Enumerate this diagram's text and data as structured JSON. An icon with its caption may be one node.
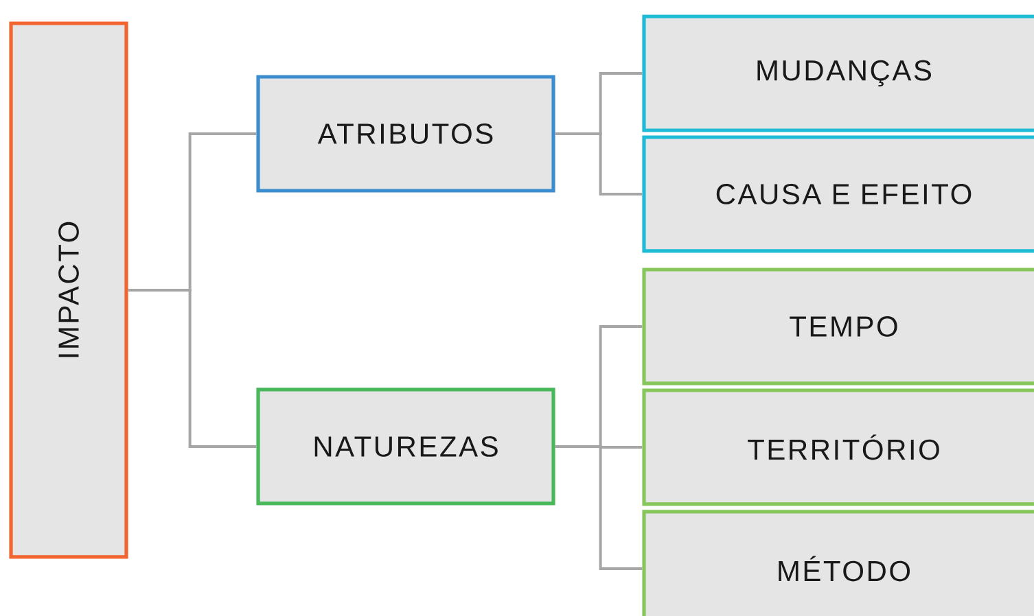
{
  "diagram": {
    "nodes": [
      {
        "text": [
          "IMPACTO"
        ]
      },
      {
        "text": [
          "ATRIBUTOS"
        ]
      },
      {
        "text": [
          "NATUREZAS"
        ]
      },
      {
        "text": [
          "MUDANÇAS"
        ]
      },
      {
        "text": [
          "CAUSA E EFEITO"
        ]
      },
      {
        "text": [
          "TEMPO"
        ]
      },
      {
        "text": [
          "TERRITÓRIO"
        ]
      },
      {
        "text": [
          "MÉTODO"
        ]
      }
    ],
    "edges": [
      {
        "from": 0,
        "to": 1,
        "arrow": "none"
      },
      {
        "from": 0,
        "to": 2,
        "arrow": "none"
      },
      {
        "from": 1,
        "to": 3,
        "arrow": "none"
      },
      {
        "from": 1,
        "to": 4,
        "arrow": "none"
      },
      {
        "from": 2,
        "to": 5,
        "arrow": "none"
      },
      {
        "from": 2,
        "to": 6,
        "arrow": "none"
      },
      {
        "from": 2,
        "to": 7,
        "arrow": "none"
      }
    ]
  }
}
